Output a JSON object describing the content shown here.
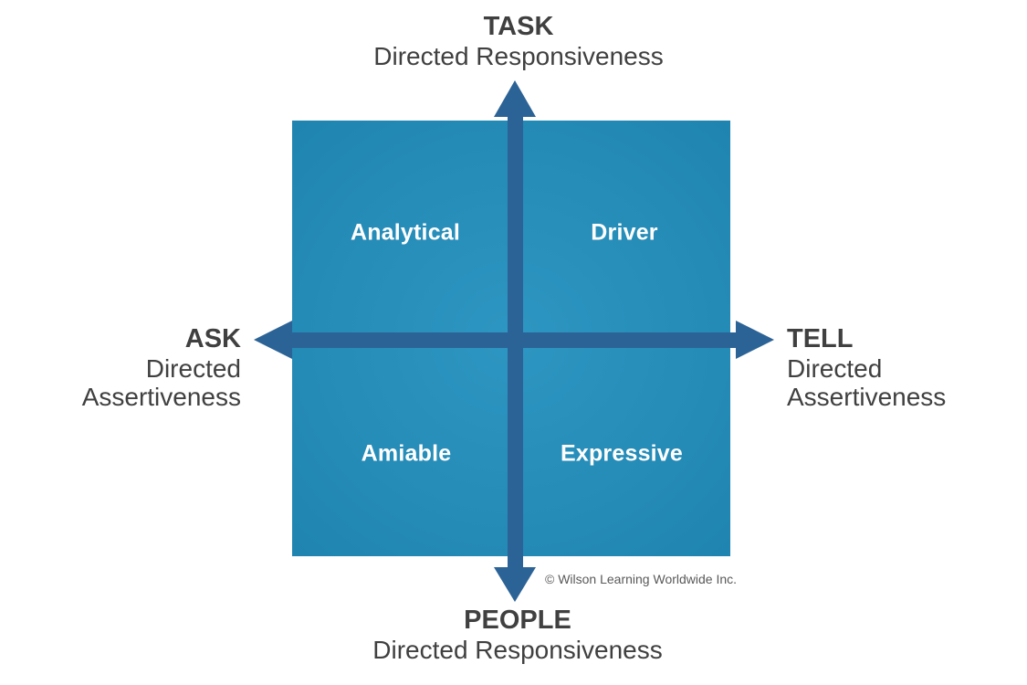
{
  "diagram": {
    "axes": {
      "top": {
        "title": "TASK",
        "subtitle": "Directed Responsiveness"
      },
      "bottom": {
        "title": "PEOPLE",
        "subtitle": "Directed Responsiveness"
      },
      "left": {
        "title": "ASK",
        "subtitle_lines": [
          "Directed",
          "Assertiveness"
        ]
      },
      "right": {
        "title": "TELL",
        "subtitle_lines": [
          "Directed",
          "Assertiveness"
        ]
      }
    },
    "quadrants": [
      {
        "id": "top-left",
        "label": "Analytical"
      },
      {
        "id": "top-right",
        "label": "Driver"
      },
      {
        "id": "bottom-left",
        "label": "Amiable"
      },
      {
        "id": "bottom-right",
        "label": "Expressive"
      }
    ],
    "copyright": "© Wilson Learning Worldwide Inc.",
    "colors": {
      "square_center": "#2e96c2",
      "square_edge": "#1c80ac",
      "axis": "#2c6396",
      "label_text": "#404040",
      "quadrant_text": "#ffffff",
      "copyright_text": "#595959",
      "bg": "#ffffff"
    }
  }
}
